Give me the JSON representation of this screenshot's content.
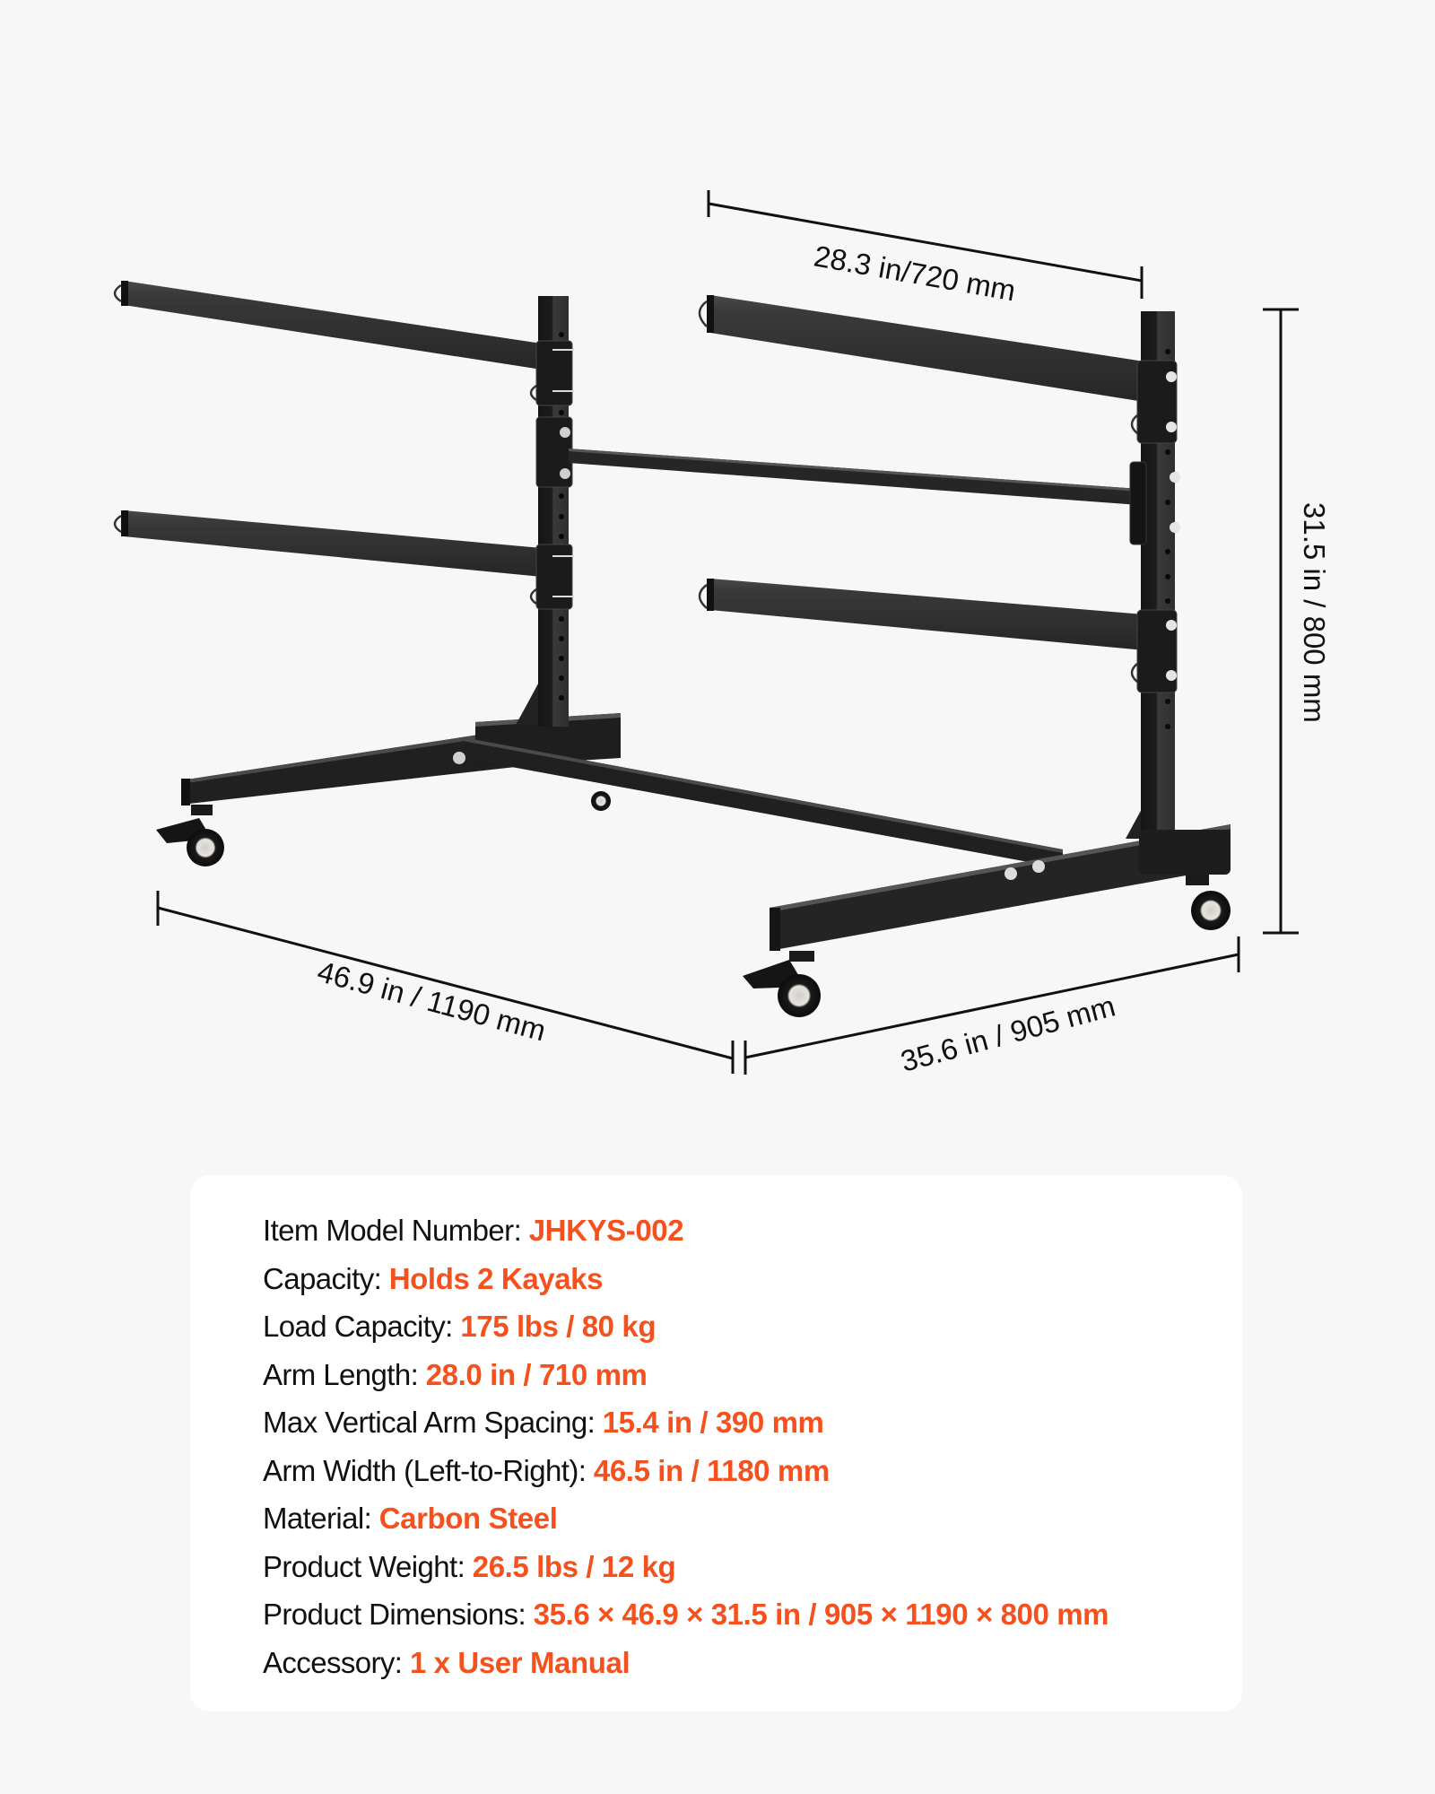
{
  "colors": {
    "background": "#f7f7f7",
    "card": "#ffffff",
    "accent": "#f4511e",
    "text": "#111111",
    "steel": "#2b2b2b"
  },
  "diagram": {
    "product": "kayak-storage-rack",
    "dimensions": {
      "arm_span": "28.3 in/720 mm",
      "height": "31.5 in / 800 mm",
      "length": "46.9 in / 1190 mm",
      "width": "35.6 in / 905 mm"
    }
  },
  "specs": [
    {
      "label": "Item Model Number: ",
      "value": "JHKYS-002"
    },
    {
      "label": "Capacity: ",
      "value": "Holds 2 Kayaks"
    },
    {
      "label": "Load Capacity: ",
      "value": "175 lbs / 80 kg"
    },
    {
      "label": "Arm Length: ",
      "value": "28.0 in / 710 mm"
    },
    {
      "label": "Max Vertical Arm Spacing: ",
      "value": "15.4 in / 390 mm"
    },
    {
      "label": "Arm Width (Left-to-Right): ",
      "value": "46.5 in / 1180 mm"
    },
    {
      "label": "Material: ",
      "value": "Carbon Steel"
    },
    {
      "label": "Product Weight: ",
      "value": "26.5 lbs / 12 kg"
    },
    {
      "label": "Product Dimensions: ",
      "value": "35.6 × 46.9 × 31.5 in / 905 × 1190 × 800 mm"
    },
    {
      "label": "Accessory: ",
      "value": "1 x User Manual"
    }
  ]
}
